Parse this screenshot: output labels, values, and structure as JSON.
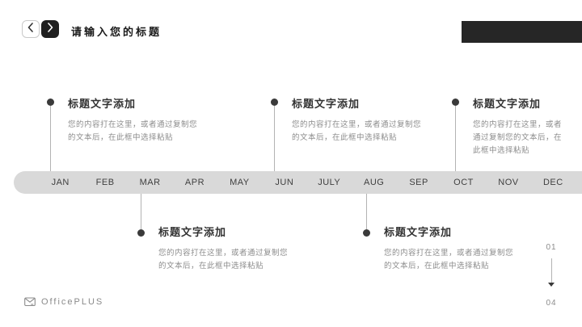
{
  "colors": {
    "accent_bar": "#262626",
    "band": "#d9d9d9",
    "dot": "#3a3a3a",
    "connector_line": "#b3b3b3",
    "title_text": "#333333",
    "body_text": "#8c8c8c"
  },
  "header": {
    "title": "请输入您的标题",
    "prev_icon": "chevron-left",
    "next_icon": "chevron-right"
  },
  "months": [
    "JAN",
    "FEB",
    "MAR",
    "APR",
    "MAY",
    "JUN",
    "JULY",
    "AUG",
    "SEP",
    "OCT",
    "NOV",
    "DEC"
  ],
  "top_sections": [
    {
      "title": "标题文字添加",
      "lines": [
        "您的内容打在这里，或者通过复制您",
        "的文本后，在此框中选择粘贴"
      ]
    },
    {
      "title": "标题文字添加",
      "lines": [
        "您的内容打在这里，或者通过复制您",
        "的文本后，在此框中选择粘贴"
      ]
    },
    {
      "title": "标题文字添加",
      "lines": [
        "您的内容打在这里，或者",
        "通过复制您的文本后，在",
        "此框中选择粘贴"
      ]
    }
  ],
  "bottom_sections": [
    {
      "title": "标题文字添加",
      "lines": [
        "您的内容打在这里，或者通过复制您",
        "的文本后，在此框中选择粘贴"
      ]
    },
    {
      "title": "标题文字添加",
      "lines": [
        "您的内容打在这里，或者通过复制您",
        "的文本后，在此框中选择粘贴"
      ]
    }
  ],
  "page_indicator": {
    "current": "01",
    "total": "04"
  },
  "footer": {
    "brand": "OfficePLUS"
  }
}
